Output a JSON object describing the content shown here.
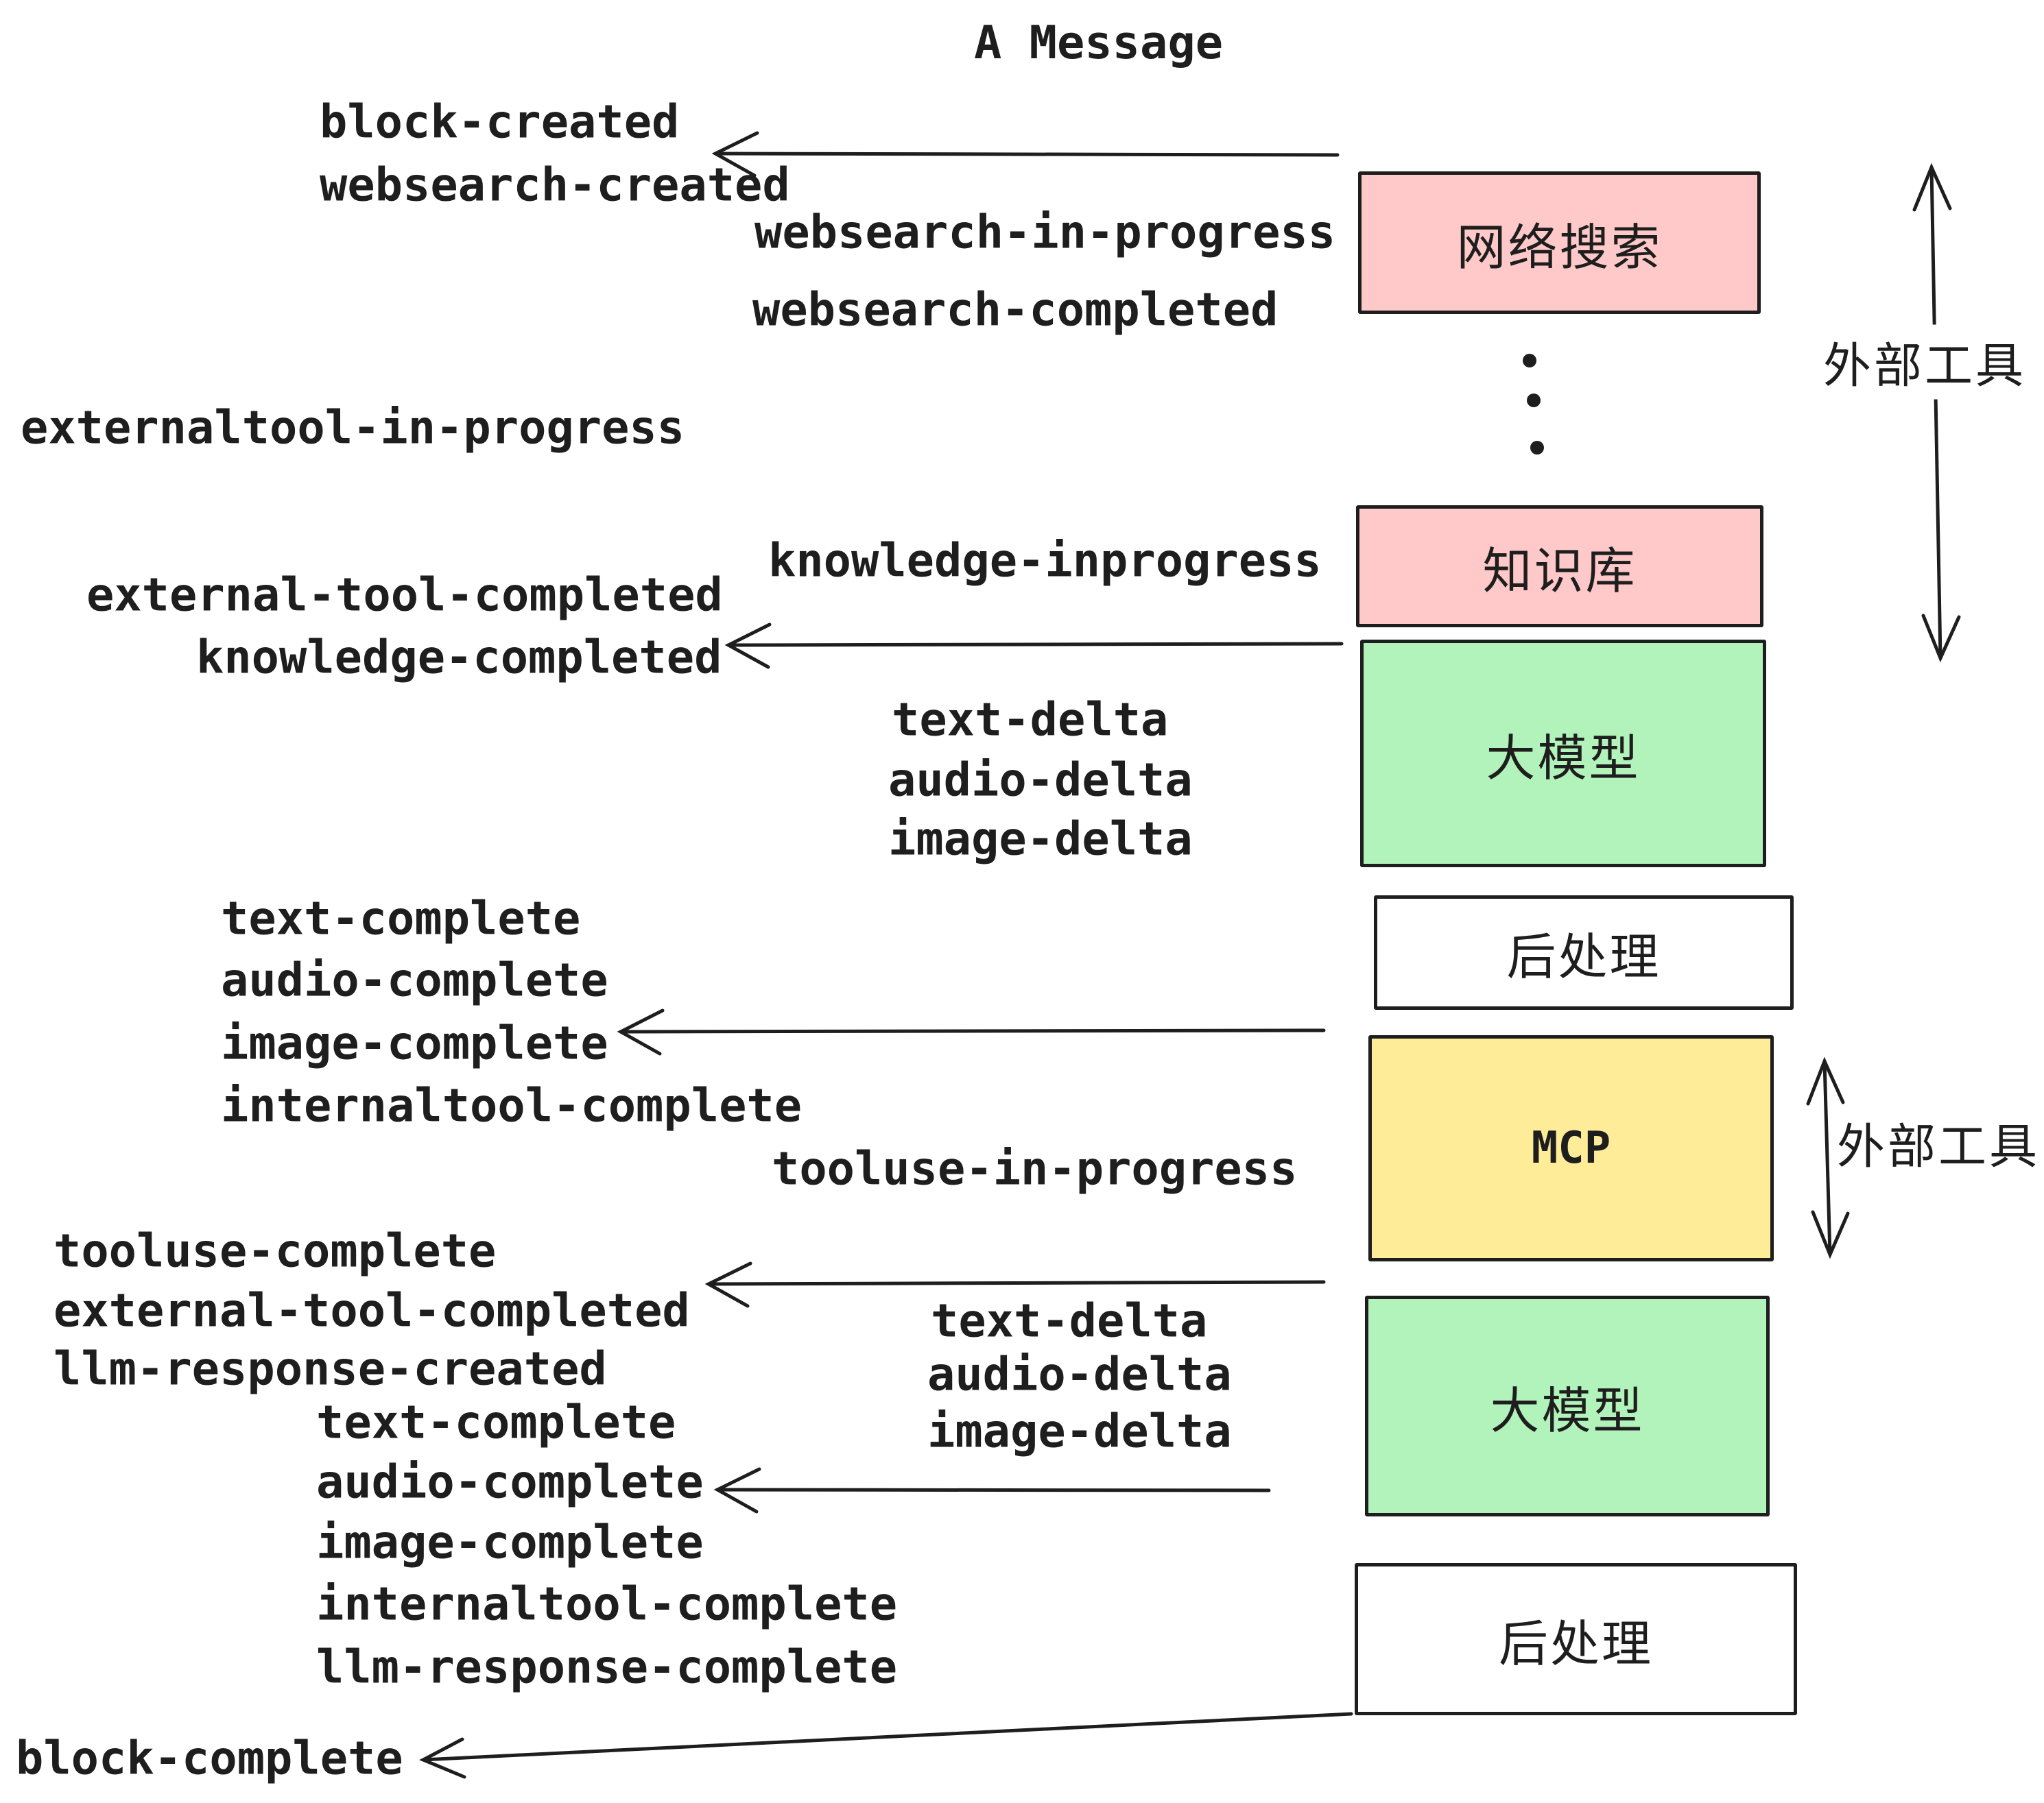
{
  "title": "A Message",
  "colors": {
    "stroke": "#1e1e1e",
    "pink": "#ffc9c9",
    "green": "#b2f2bb",
    "yellow": "#ffec99",
    "white": "#ffffff"
  },
  "boxes": [
    {
      "id": "websearch",
      "label": "网络搜索",
      "color": "pink"
    },
    {
      "id": "knowledge",
      "label": "知识库",
      "color": "pink"
    },
    {
      "id": "llm-1",
      "label": "大模型",
      "color": "green"
    },
    {
      "id": "postprocess-1",
      "label": "后处理",
      "color": "white"
    },
    {
      "id": "mcp",
      "label": "MCP",
      "color": "yellow"
    },
    {
      "id": "llm-2",
      "label": "大模型",
      "color": "green"
    },
    {
      "id": "postprocess-2",
      "label": "后处理",
      "color": "white"
    }
  ],
  "side_labels": [
    {
      "label": "外部工具"
    },
    {
      "label": "外部工具"
    }
  ],
  "events": [
    {
      "label": "block-created"
    },
    {
      "label": "websearch-created"
    },
    {
      "label": "websearch-in-progress"
    },
    {
      "label": "websearch-completed"
    },
    {
      "label": "externaltool-in-progress"
    },
    {
      "label": "knowledge-inprogress"
    },
    {
      "label": "external-tool-completed"
    },
    {
      "label": "knowledge-completed"
    },
    {
      "label": "text-delta"
    },
    {
      "label": "audio-delta"
    },
    {
      "label": "image-delta"
    },
    {
      "label": "text-complete"
    },
    {
      "label": "audio-complete"
    },
    {
      "label": "image-complete"
    },
    {
      "label": "internaltool-complete"
    },
    {
      "label": "tooluse-in-progress"
    },
    {
      "label": "tooluse-complete"
    },
    {
      "label": "external-tool-completed"
    },
    {
      "label": "llm-response-created"
    },
    {
      "label": "text-delta"
    },
    {
      "label": "audio-delta"
    },
    {
      "label": "image-delta"
    },
    {
      "label": "text-complete"
    },
    {
      "label": "audio-complete"
    },
    {
      "label": "image-complete"
    },
    {
      "label": "internaltool-complete"
    },
    {
      "label": "llm-response-complete"
    },
    {
      "label": "block-complete"
    }
  ]
}
